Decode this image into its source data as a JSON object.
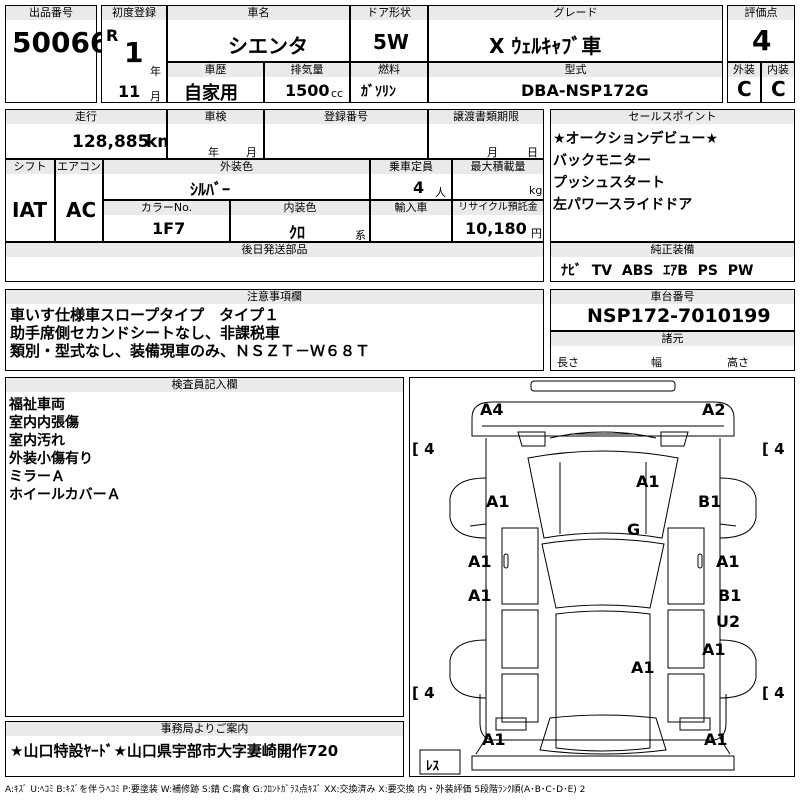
{
  "header": {
    "lot_no_label": "出品番号",
    "lot_no": "50066",
    "first_reg_label": "初度登録",
    "era": "R",
    "year_num": "1",
    "year_unit": "年",
    "month_num": "11",
    "month_unit": "月",
    "car_name_label": "車名",
    "car_name": "シエンタ",
    "door_label": "ドア形状",
    "door": "5W",
    "grade_label": "グレード",
    "grade": "X ｳｪﾙｷｬﾌﾞ車",
    "score_label": "評価点",
    "score": "4",
    "history_label": "車歴",
    "history": "自家用",
    "displacement_label": "排気量",
    "displacement": "1500",
    "displacement_unit": "cc",
    "fuel_label": "燃料",
    "fuel": "ｶﾞｿﾘﾝ",
    "model_label": "型式",
    "model": "DBA-NSP172G",
    "exterior_label": "外装",
    "exterior": "C",
    "interior_label": "内装",
    "interior": "C"
  },
  "row2": {
    "mileage_label": "走行",
    "mileage": "128,885",
    "mileage_unit": "km",
    "inspection_label": "車検",
    "inspection_year_unit": "年",
    "inspection_month_unit": "月",
    "reg_no_label": "登録番号",
    "transfer_label": "譲渡書類期限",
    "transfer_month_unit": "月",
    "transfer_day_unit": "日",
    "shift_label": "シフト",
    "shift": "IAT",
    "ac_label": "エアコン",
    "ac": "AC",
    "color_label": "外装色",
    "color": "ｼﾙﾊﾞｰ",
    "capacity_label": "乗車定員",
    "capacity": "4",
    "capacity_unit": "人",
    "load_label": "最大積載量",
    "load_unit": "kg",
    "color_no_label": "カラーNo.",
    "color_no": "1F7",
    "int_color_label": "内装色",
    "int_color": "ｸﾛ",
    "int_color_unit": "系",
    "import_label": "輸入車",
    "recycle_label": "リサイクル預託金",
    "recycle": "10,180",
    "recycle_unit": "円",
    "later_label": "後日発送部品"
  },
  "sales_points": {
    "label": "セールスポイント",
    "items": [
      "★オークションデビュー★",
      "バックモニター",
      "プッシュスタート",
      "左パワースライドドア"
    ]
  },
  "equipment": {
    "label": "純正装備",
    "value": "ﾅﾋﾞ  TV  ABS  ｴｱB  PS  PW"
  },
  "notes": {
    "label": "注意事項欄",
    "lines": [
      "車いす仕様車スロープタイプ　タイプ１",
      "助手席側セカンドシートなし、非課税車",
      "類別・型式なし、装備現車のみ、ＮＳＺＴ－Ｗ６８Ｔ"
    ]
  },
  "chassis": {
    "label": "車台番号",
    "value": "NSP172-7010199",
    "dims_label": "諸元",
    "length_label": "長さ",
    "width_label": "幅",
    "height_label": "高さ"
  },
  "inspector": {
    "label": "検査員記入欄",
    "lines": [
      "福祉車両",
      "室内内張傷",
      "室内汚れ",
      "外装小傷有り",
      "ミラーＡ",
      "ホイールカバーＡ"
    ]
  },
  "diagram": {
    "marks": {
      "a4": "A4",
      "a2": "A2",
      "a1_hood": "A1",
      "a1_left_front": "A1",
      "b1_right_front": "B1",
      "g_roof": "G",
      "a1_left_mid": "A1",
      "a1_right_mid": "A1",
      "a1_left_rear": "A1",
      "b1_right_rear": "B1",
      "u2_right": "U2",
      "a1_right_lower": "A1",
      "a1_rear_glass": "A1",
      "a1_rear_left": "A1",
      "a1_rear_right": "A1"
    },
    "tires": {
      "fl": "4",
      "fr": "4",
      "rl": "4",
      "rr": "4"
    },
    "spare": "ﾚｽ"
  },
  "office": {
    "label": "事務局よりご案内",
    "text": "★山口特設ﾔｰﾄﾞ★山口県宇部市大字妻崎開作720"
  },
  "legend": "A:ｷｽﾞ U:ﾍｺﾐ B:ｷｽﾞを伴うﾍｺﾐ P:要塗装 W:補修跡 S:錆 C:腐食 G:ﾌﾛﾝﾄｶﾞﾗｽ点ｷｽﾞ XX:交換済み X:要交換  内・外装評価  5段階ﾗﾝｸ順(A･B･C･D･E) 2"
}
